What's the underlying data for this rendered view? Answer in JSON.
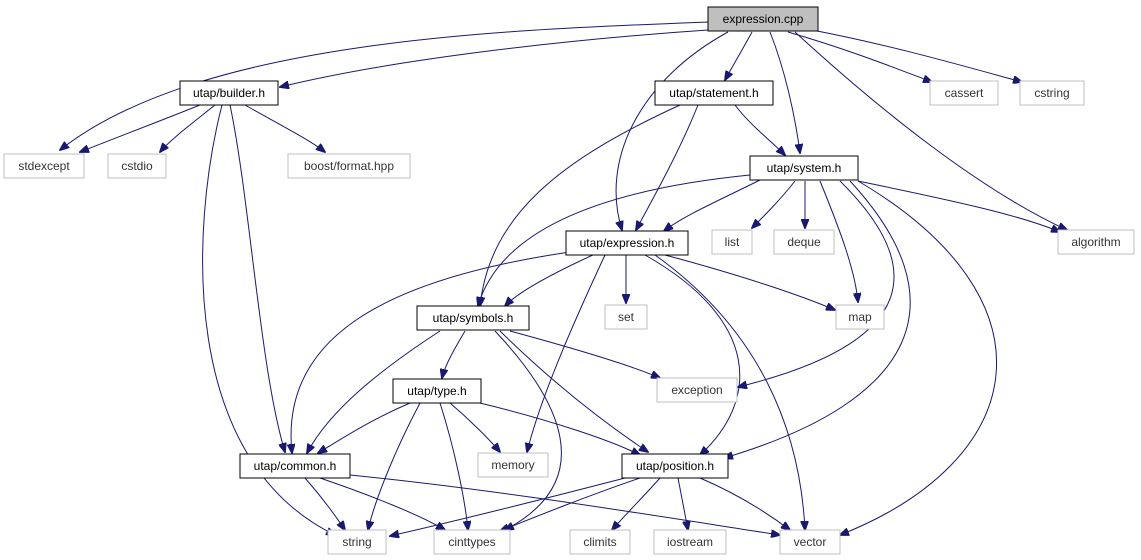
{
  "diagram": {
    "nodes": {
      "expression_cpp": "expression.cpp",
      "builder_h": "utap/builder.h",
      "statement_h": "utap/statement.h",
      "cassert": "cassert",
      "cstring": "cstring",
      "stdexcept": "stdexcept",
      "cstdio": "cstdio",
      "boost_format": "boost/format.hpp",
      "system_h": "utap/system.h",
      "expression_h": "utap/expression.h",
      "list": "list",
      "deque": "deque",
      "algorithm": "algorithm",
      "symbols_h": "utap/symbols.h",
      "set": "set",
      "map": "map",
      "type_h": "utap/type.h",
      "exception": "exception",
      "common_h": "utap/common.h",
      "memory": "memory",
      "position_h": "utap/position.h",
      "string": "string",
      "cinttypes": "cinttypes",
      "climits": "climits",
      "iostream": "iostream",
      "vector": "vector"
    },
    "edges": [
      [
        "expression_cpp",
        "builder_h"
      ],
      [
        "expression_cpp",
        "stdexcept"
      ],
      [
        "expression_cpp",
        "statement_h"
      ],
      [
        "expression_cpp",
        "expression_h"
      ],
      [
        "expression_cpp",
        "system_h"
      ],
      [
        "expression_cpp",
        "cassert"
      ],
      [
        "expression_cpp",
        "cstring"
      ],
      [
        "expression_cpp",
        "algorithm"
      ],
      [
        "builder_h",
        "stdexcept"
      ],
      [
        "builder_h",
        "cstdio"
      ],
      [
        "builder_h",
        "boost_format"
      ],
      [
        "builder_h",
        "common_h"
      ],
      [
        "builder_h",
        "string"
      ],
      [
        "statement_h",
        "system_h"
      ],
      [
        "statement_h",
        "expression_h"
      ],
      [
        "statement_h",
        "symbols_h"
      ],
      [
        "system_h",
        "expression_h"
      ],
      [
        "system_h",
        "symbols_h"
      ],
      [
        "system_h",
        "list"
      ],
      [
        "system_h",
        "deque"
      ],
      [
        "system_h",
        "algorithm"
      ],
      [
        "system_h",
        "map"
      ],
      [
        "system_h",
        "exception"
      ],
      [
        "system_h",
        "position_h"
      ],
      [
        "system_h",
        "vector"
      ],
      [
        "expression_h",
        "symbols_h"
      ],
      [
        "expression_h",
        "common_h"
      ],
      [
        "expression_h",
        "set"
      ],
      [
        "expression_h",
        "map"
      ],
      [
        "expression_h",
        "memory"
      ],
      [
        "expression_h",
        "position_h"
      ],
      [
        "expression_h",
        "vector"
      ],
      [
        "symbols_h",
        "type_h"
      ],
      [
        "symbols_h",
        "common_h"
      ],
      [
        "symbols_h",
        "exception"
      ],
      [
        "symbols_h",
        "position_h"
      ],
      [
        "symbols_h",
        "cinttypes"
      ],
      [
        "type_h",
        "common_h"
      ],
      [
        "type_h",
        "memory"
      ],
      [
        "type_h",
        "position_h"
      ],
      [
        "type_h",
        "string"
      ],
      [
        "type_h",
        "cinttypes"
      ],
      [
        "common_h",
        "string"
      ],
      [
        "common_h",
        "cinttypes"
      ],
      [
        "common_h",
        "vector"
      ],
      [
        "position_h",
        "string"
      ],
      [
        "position_h",
        "cinttypes"
      ],
      [
        "position_h",
        "climits"
      ],
      [
        "position_h",
        "iostream"
      ],
      [
        "position_h",
        "vector"
      ]
    ],
    "colors": {
      "edge": "#191970",
      "internal_border": "#000000",
      "external_border": "#bfbfbf",
      "root_fill": "#bfbfbf"
    }
  }
}
